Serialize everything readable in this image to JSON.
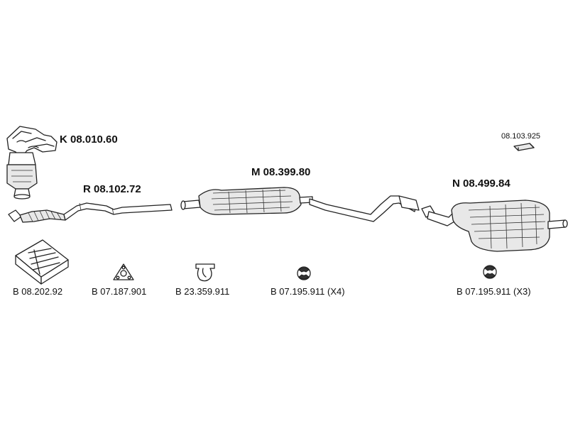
{
  "parts": {
    "manifold_catalyst": "K 08.010.60",
    "front_pipe": "R 08.102.72",
    "middle_silencer": "M 08.399.80",
    "rear_silencer": "N 08.499.84",
    "rear_bracket": "08.103.925",
    "mounting_kit": "B 08.202.92",
    "gasket": "B 07.187.901",
    "clamp": "B 23.359.911",
    "rubber_mount_mid": "B 07.195.911 (X4)",
    "rubber_mount_rear": "B 07.195.911 (X3)"
  }
}
